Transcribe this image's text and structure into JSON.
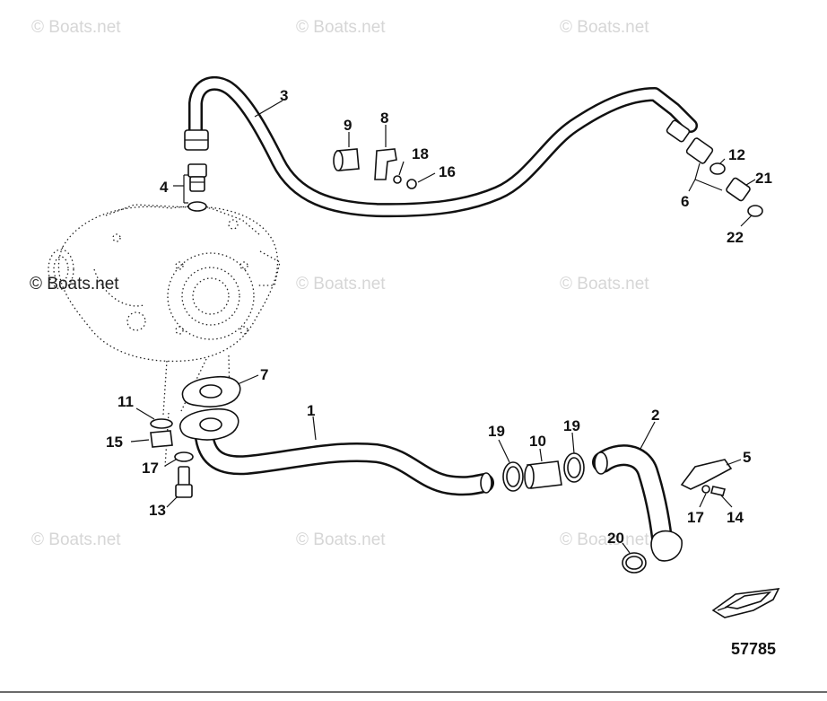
{
  "watermark": "© Boats.net",
  "document_number": "57785",
  "callouts": [
    "1",
    "2",
    "3",
    "4",
    "5",
    "6",
    "7",
    "8",
    "9",
    "10",
    "11",
    "12",
    "13",
    "14",
    "15",
    "16",
    "17",
    "17",
    "18",
    "19",
    "19",
    "20",
    "21",
    "22"
  ]
}
